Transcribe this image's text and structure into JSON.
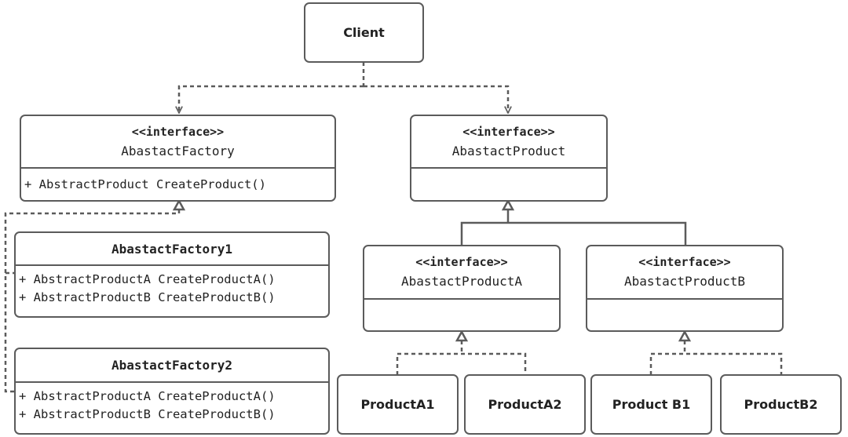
{
  "client": {
    "label": "Client"
  },
  "abstract_factory": {
    "stereotype": "<<interface>>",
    "name": "AbastactFactory",
    "methods": [
      "+ AbstractProduct CreateProduct()"
    ]
  },
  "abstract_product": {
    "stereotype": "<<interface>>",
    "name": "AbastactProduct"
  },
  "factory1": {
    "name": "AbastactFactory1",
    "methods": [
      "+ AbstractProductA CreateProductA()",
      "+ AbstractProductB CreateProductB()"
    ]
  },
  "factory2": {
    "name": "AbastactFactory2",
    "methods": [
      "+ AbstractProductA CreateProductA()",
      "+ AbstractProductB CreateProductB()"
    ]
  },
  "product_a_interface": {
    "stereotype": "<<interface>>",
    "name": "AbastactProductA"
  },
  "product_b_interface": {
    "stereotype": "<<interface>>",
    "name": "AbastactProductB"
  },
  "products": {
    "a1": "ProductA1",
    "a2": "ProductA2",
    "b1": "Product B1",
    "b2": "ProductB2"
  },
  "colors": {
    "stroke": "#5b5b5b",
    "text": "#222222",
    "background": "#ffffff"
  }
}
